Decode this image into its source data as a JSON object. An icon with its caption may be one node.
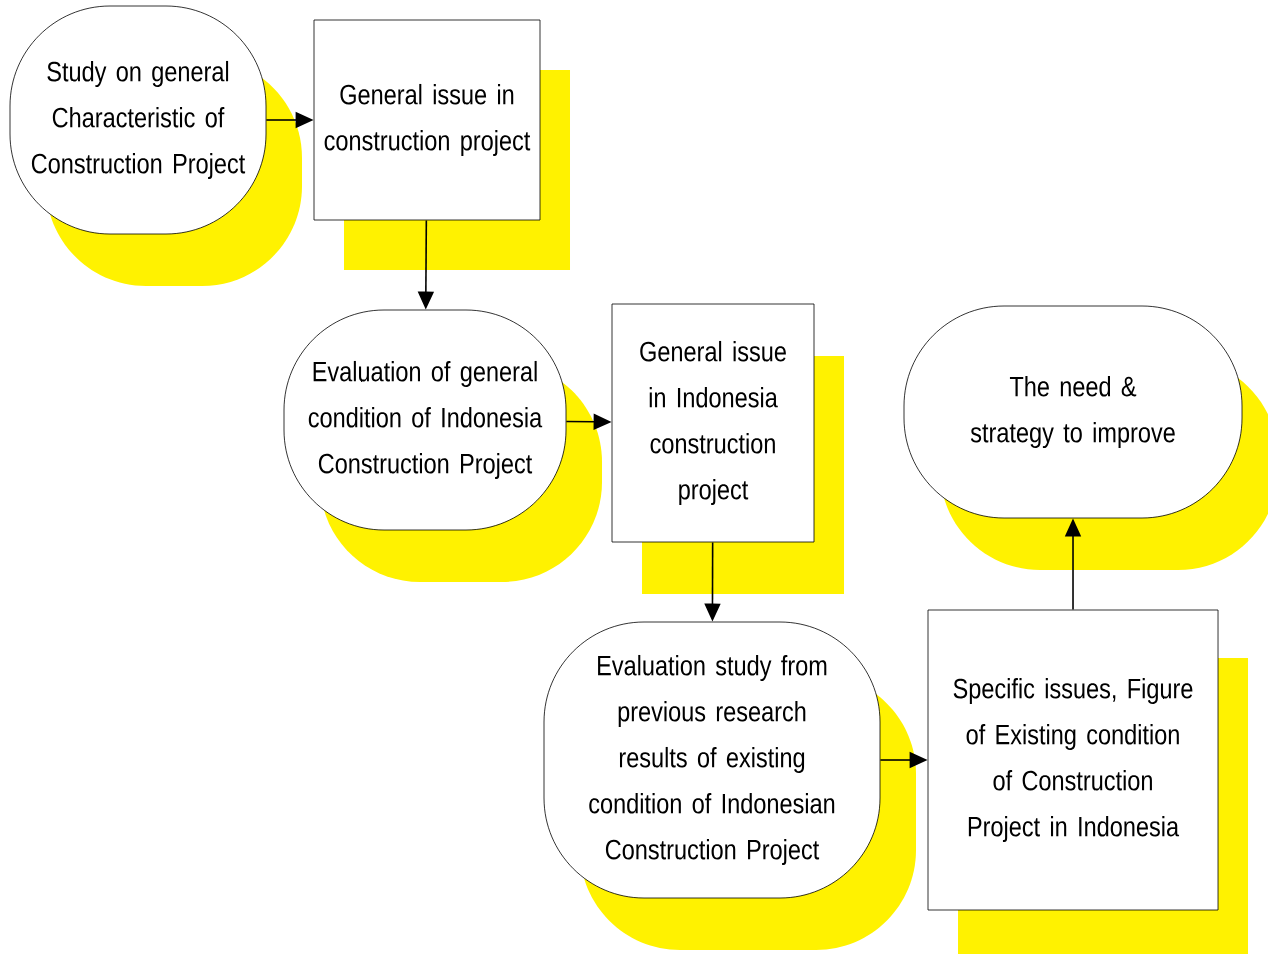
{
  "diagram": {
    "nodes": [
      {
        "text": [
          "Study on general Characteristic of Construction Project"
        ]
      },
      {
        "text": [
          "General issue in construction project"
        ]
      },
      {
        "text": [
          "Evaluation of general condition of Indonesia Construction Project"
        ]
      },
      {
        "text": [
          "General issue in Indonesia construction project"
        ]
      },
      {
        "text": [
          "Evaluation study from previous research results of existing condition of Indonesian Construction Project"
        ]
      },
      {
        "text": [
          "Specific issues, Figure of Existing condition of Construction Project in Indonesia"
        ]
      },
      {
        "text": [
          "The need & strategy to improve"
        ]
      }
    ],
    "edges": [
      {
        "from": 0,
        "to": 1,
        "arrow": "to"
      },
      {
        "from": 1,
        "to": 2,
        "arrow": "to"
      },
      {
        "from": 2,
        "to": 3,
        "arrow": "to"
      },
      {
        "from": 3,
        "to": 4,
        "arrow": "to"
      },
      {
        "from": 4,
        "to": 5,
        "arrow": "to"
      },
      {
        "from": 5,
        "to": 6,
        "arrow": "to"
      }
    ]
  }
}
